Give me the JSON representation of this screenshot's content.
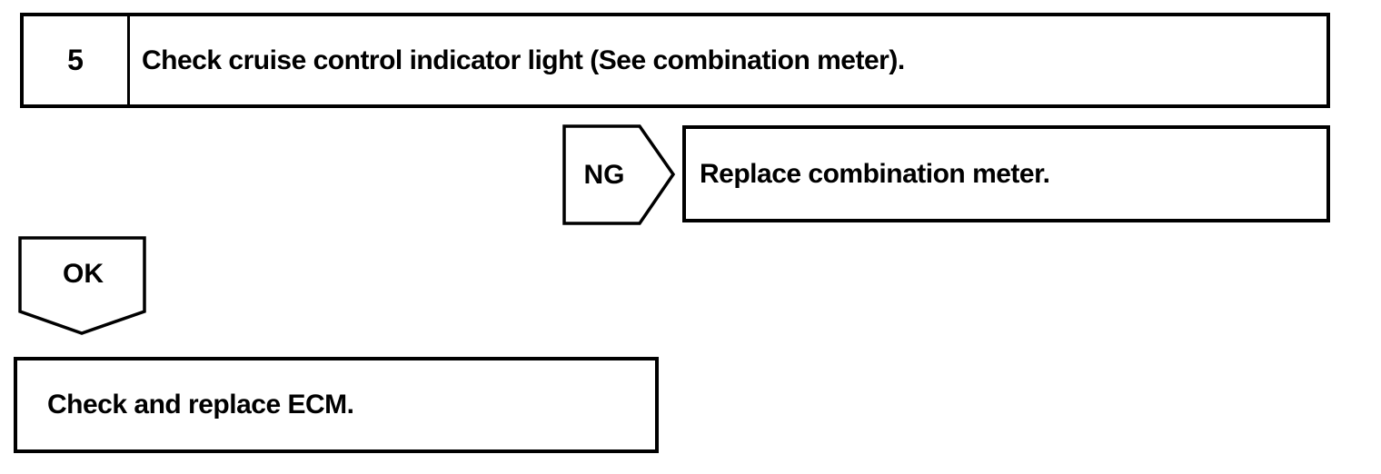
{
  "flowchart": {
    "step": {
      "number": "5",
      "instruction": "Check cruise control indicator light (See combination meter)."
    },
    "ng_branch": {
      "label": "NG",
      "action": "Replace combination meter."
    },
    "ok_branch": {
      "label": "OK",
      "action": "Check and replace ECM."
    },
    "colors": {
      "line": "#000000",
      "background": "#ffffff"
    }
  }
}
